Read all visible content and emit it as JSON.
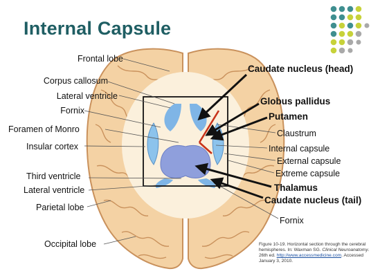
{
  "title": "Internal Capsule",
  "colors": {
    "title": "#1f5e63",
    "brain_tan": "#f4d2a4",
    "brain_outline": "#c9915c",
    "ventricle_blue": "#7fb5e6",
    "thalamus_purple": "#8f9fdc",
    "red_arrow": "#c8321a",
    "dot_teal": "#3f8f90",
    "dot_lime": "#c7d23a",
    "dot_gray": "#a9a9a9"
  },
  "labels_left": {
    "frontal_lobe": "Frontal lobe",
    "corpus_callosum": "Corpus callosum",
    "lateral_ventricle_top": "Lateral ventricle",
    "fornix_left": "Fornix",
    "foramen_of_monro": "Foramen of Monro",
    "insular_cortex": "Insular cortex",
    "third_ventricle": "Third ventricle",
    "lateral_ventricle_bottom": "Lateral ventricle",
    "parietal_lobe": "Parietal lobe",
    "occipital_lobe": "Occipital lobe"
  },
  "labels_right": {
    "caudate_head": "Caudate nucleus (head)",
    "globus_pallidus": "Globus pallidus",
    "putamen": "Putamen",
    "claustrum": "Claustrum",
    "internal_capsule": "Internal capsule",
    "external_capsule": "External capsule",
    "extreme_capsule": "Extreme capsule",
    "thalamus": "Thalamus",
    "caudate_tail": "Caudate nucleus (tail)",
    "fornix_right": "Fornix"
  },
  "caption": {
    "line1": "Figure 10-19. Horizontal section through the cerebral hemispheres. In: Waxman SG.",
    "journal": "Clinical Neuroanatomy",
    "edition": ". 26th ed.",
    "url": "http://www.accessmedicine.com",
    "accessed": ". Accessed January 3, 2010."
  }
}
